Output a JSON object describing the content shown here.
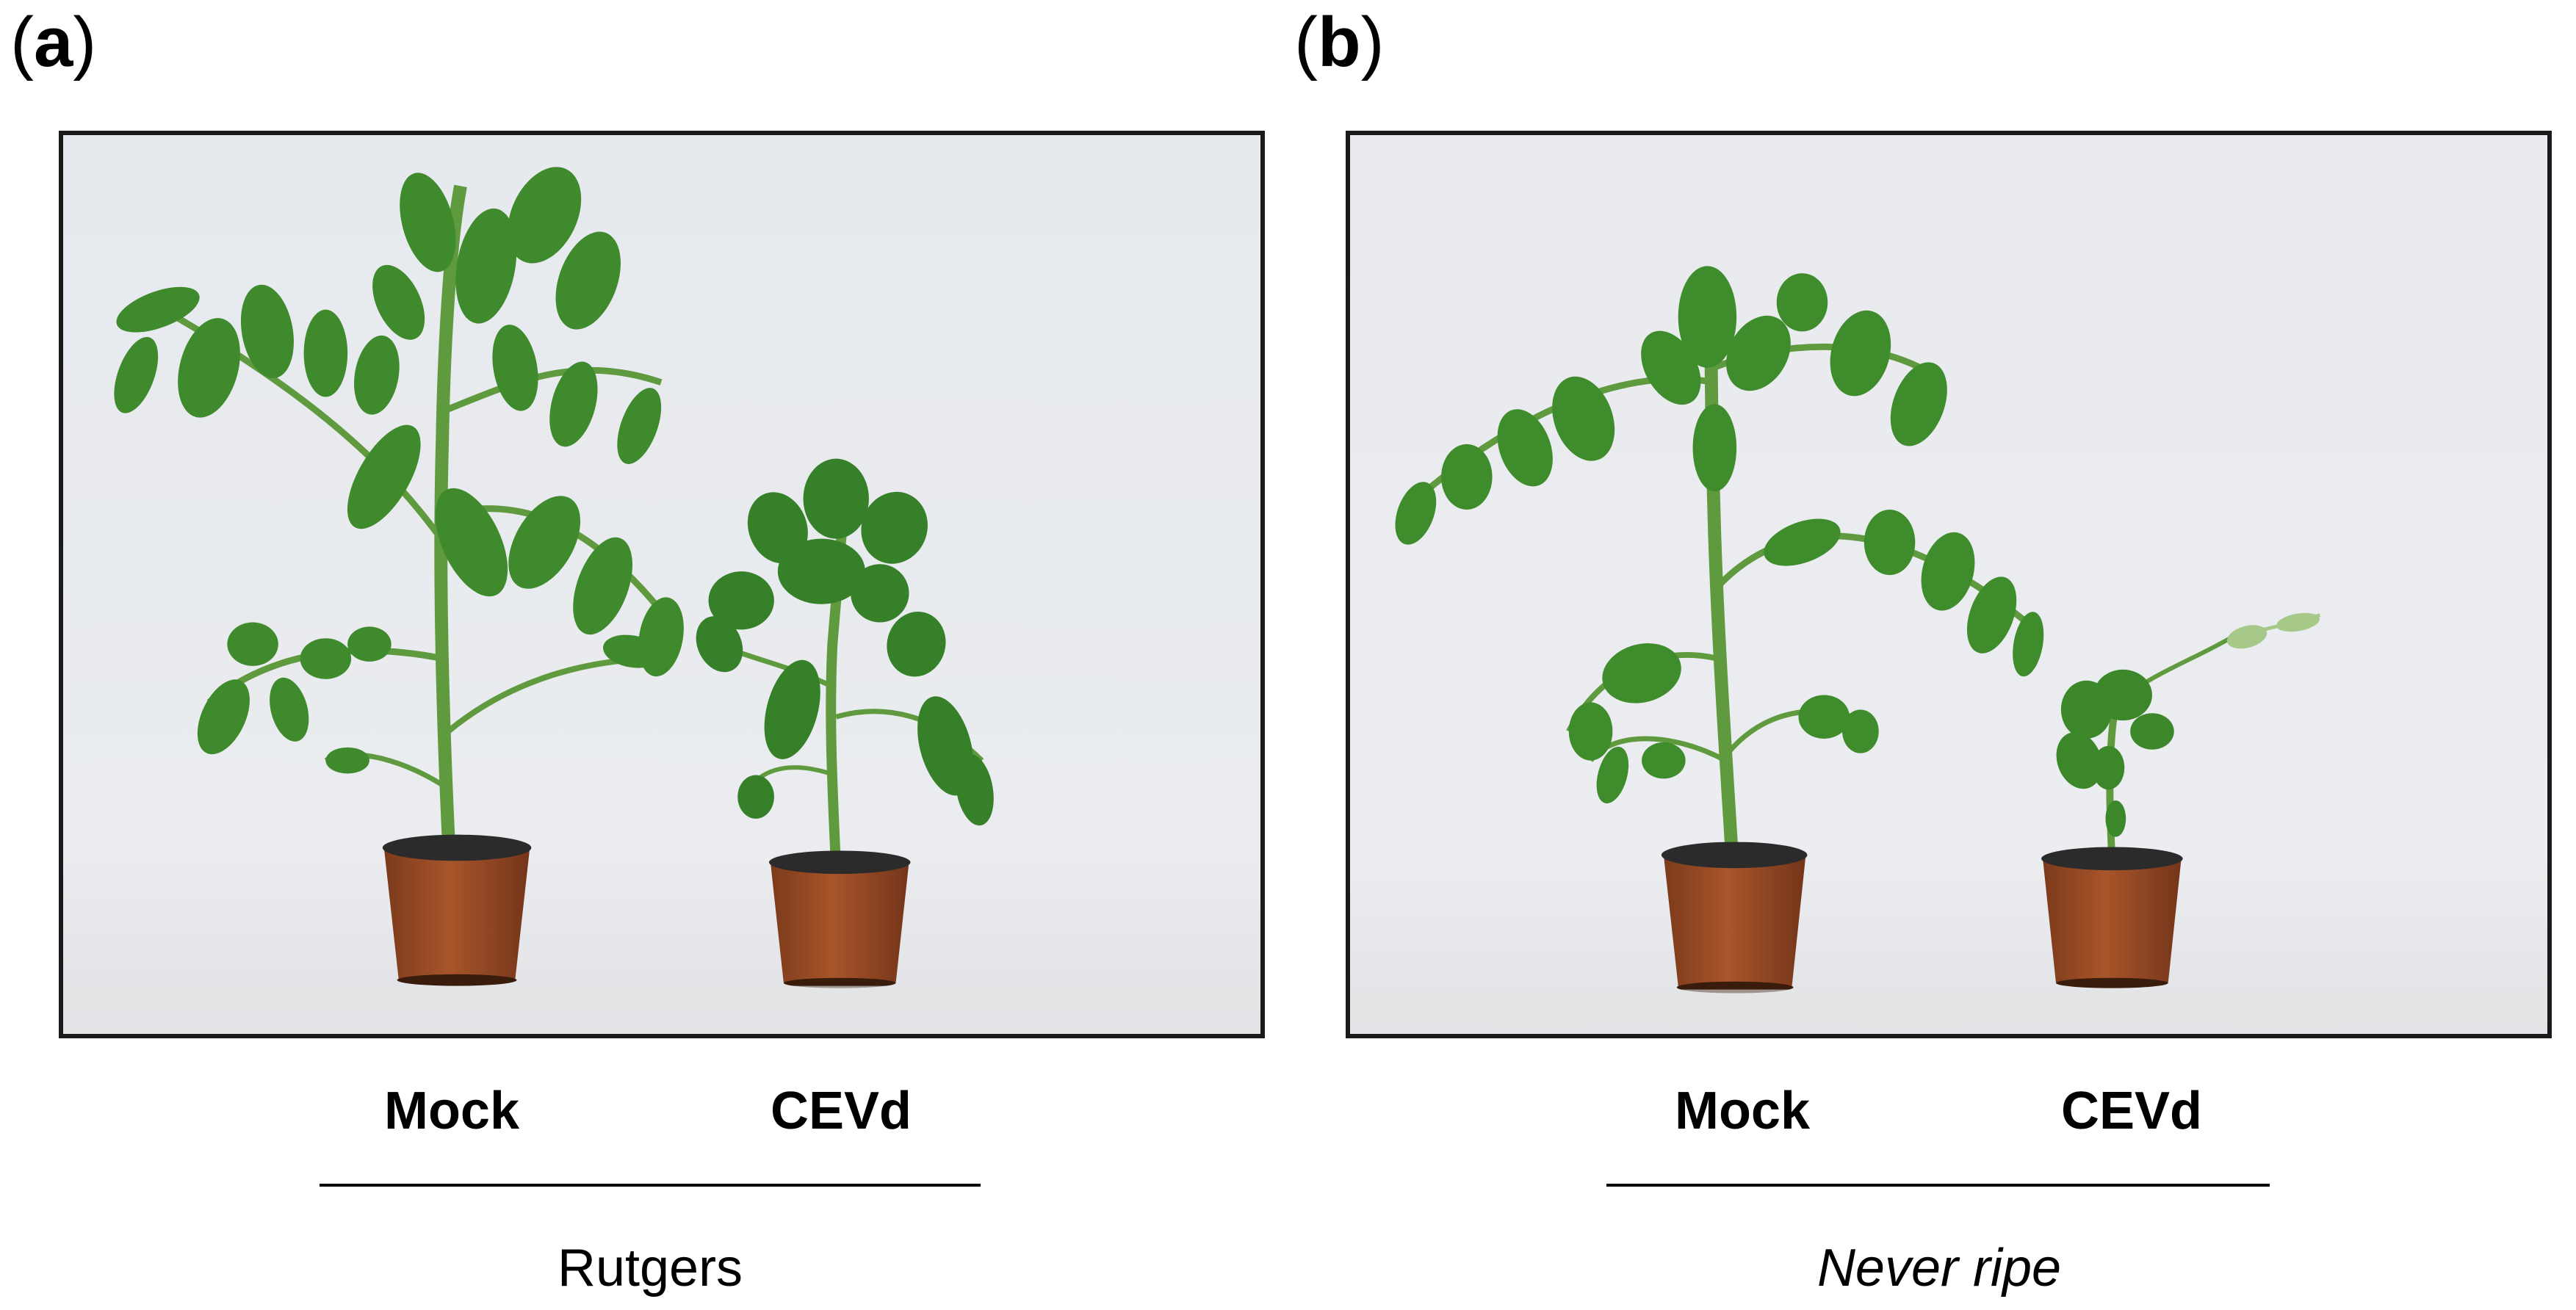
{
  "figure": {
    "panels": [
      {
        "letter": "a",
        "labels": {
          "left": "Mock",
          "right": "CEVd"
        },
        "cultivar": "Rutgers"
      },
      {
        "letter": "b",
        "labels": {
          "left": "Mock",
          "right": "CEVd"
        },
        "cultivar": "Never ripe"
      }
    ]
  },
  "colors": {
    "background_wall": "#e9ebee",
    "leaf": "#3f8a2c",
    "stem": "#5f9a3e",
    "pot": "#9a4a22",
    "pot_rim": "#2b2b2b"
  }
}
